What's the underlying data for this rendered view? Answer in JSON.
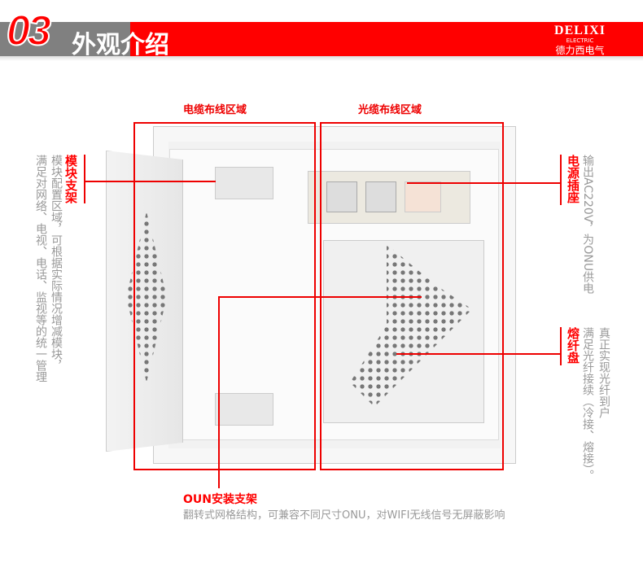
{
  "header": {
    "number": "03",
    "title": "外观介绍",
    "brand": {
      "name": "DELIXI",
      "sub": "ELECTRIC",
      "cn": "德力西电气"
    }
  },
  "zones": {
    "cable": "电缆布线区域",
    "fiber": "光缆布线区域"
  },
  "annotations": {
    "module": {
      "title": "模块支架",
      "lines": [
        "模块配置区域，可根据实际情况增减模块，",
        "满足对网络、电视、电话、监视等的统一管理"
      ]
    },
    "power": {
      "title": "电源插座",
      "lines": [
        "输出AC220V，为ONU供电"
      ]
    },
    "splice": {
      "title": "熔纤盘",
      "lines": [
        "满足光纤接续（冷接、熔接）。",
        "真正实现光纤到户"
      ]
    },
    "onu": {
      "title": "OUN安装支架",
      "desc": "翻转式网格结构，可兼容不同尺寸ONU，对WIFI无线信号无屏蔽影响"
    }
  },
  "colors": {
    "accent": "#ff0000",
    "gray": "#808080"
  }
}
